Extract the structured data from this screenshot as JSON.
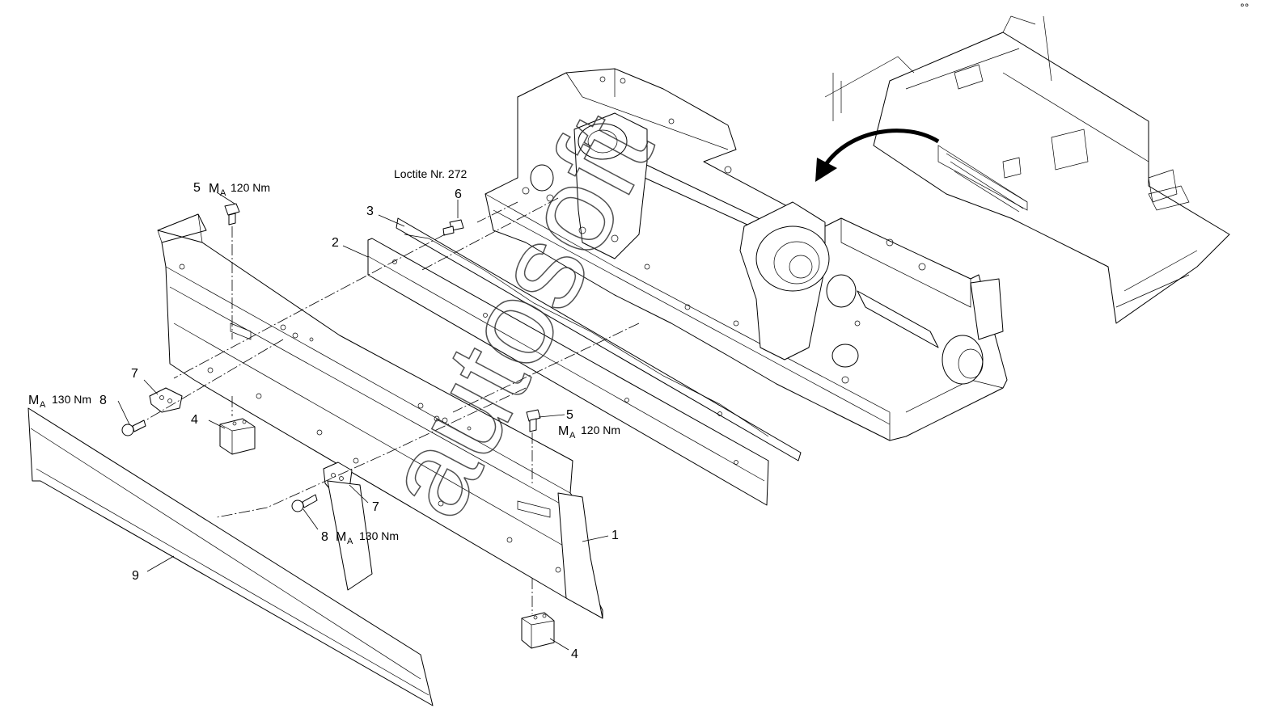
{
  "watermark": "autosoft",
  "callouts": [
    {
      "id": "c1",
      "text": "1"
    },
    {
      "id": "c2",
      "text": "2"
    },
    {
      "id": "c3",
      "text": "3"
    },
    {
      "id": "c4a",
      "text": "4"
    },
    {
      "id": "c4b",
      "text": "4"
    },
    {
      "id": "c5a",
      "text": "5"
    },
    {
      "id": "c5b",
      "text": "5"
    },
    {
      "id": "c6",
      "text": "6"
    },
    {
      "id": "c7a",
      "text": "7"
    },
    {
      "id": "c7b",
      "text": "7"
    },
    {
      "id": "c8a",
      "text": "8"
    },
    {
      "id": "c8b",
      "text": "8"
    },
    {
      "id": "c9",
      "text": "9"
    }
  ],
  "torque": {
    "symbol": "M",
    "subscript": "A",
    "value_120": "120 Nm",
    "value_130": "130 Nm"
  },
  "loctite": "Loctite Nr. 272",
  "corner_mark": "°°"
}
